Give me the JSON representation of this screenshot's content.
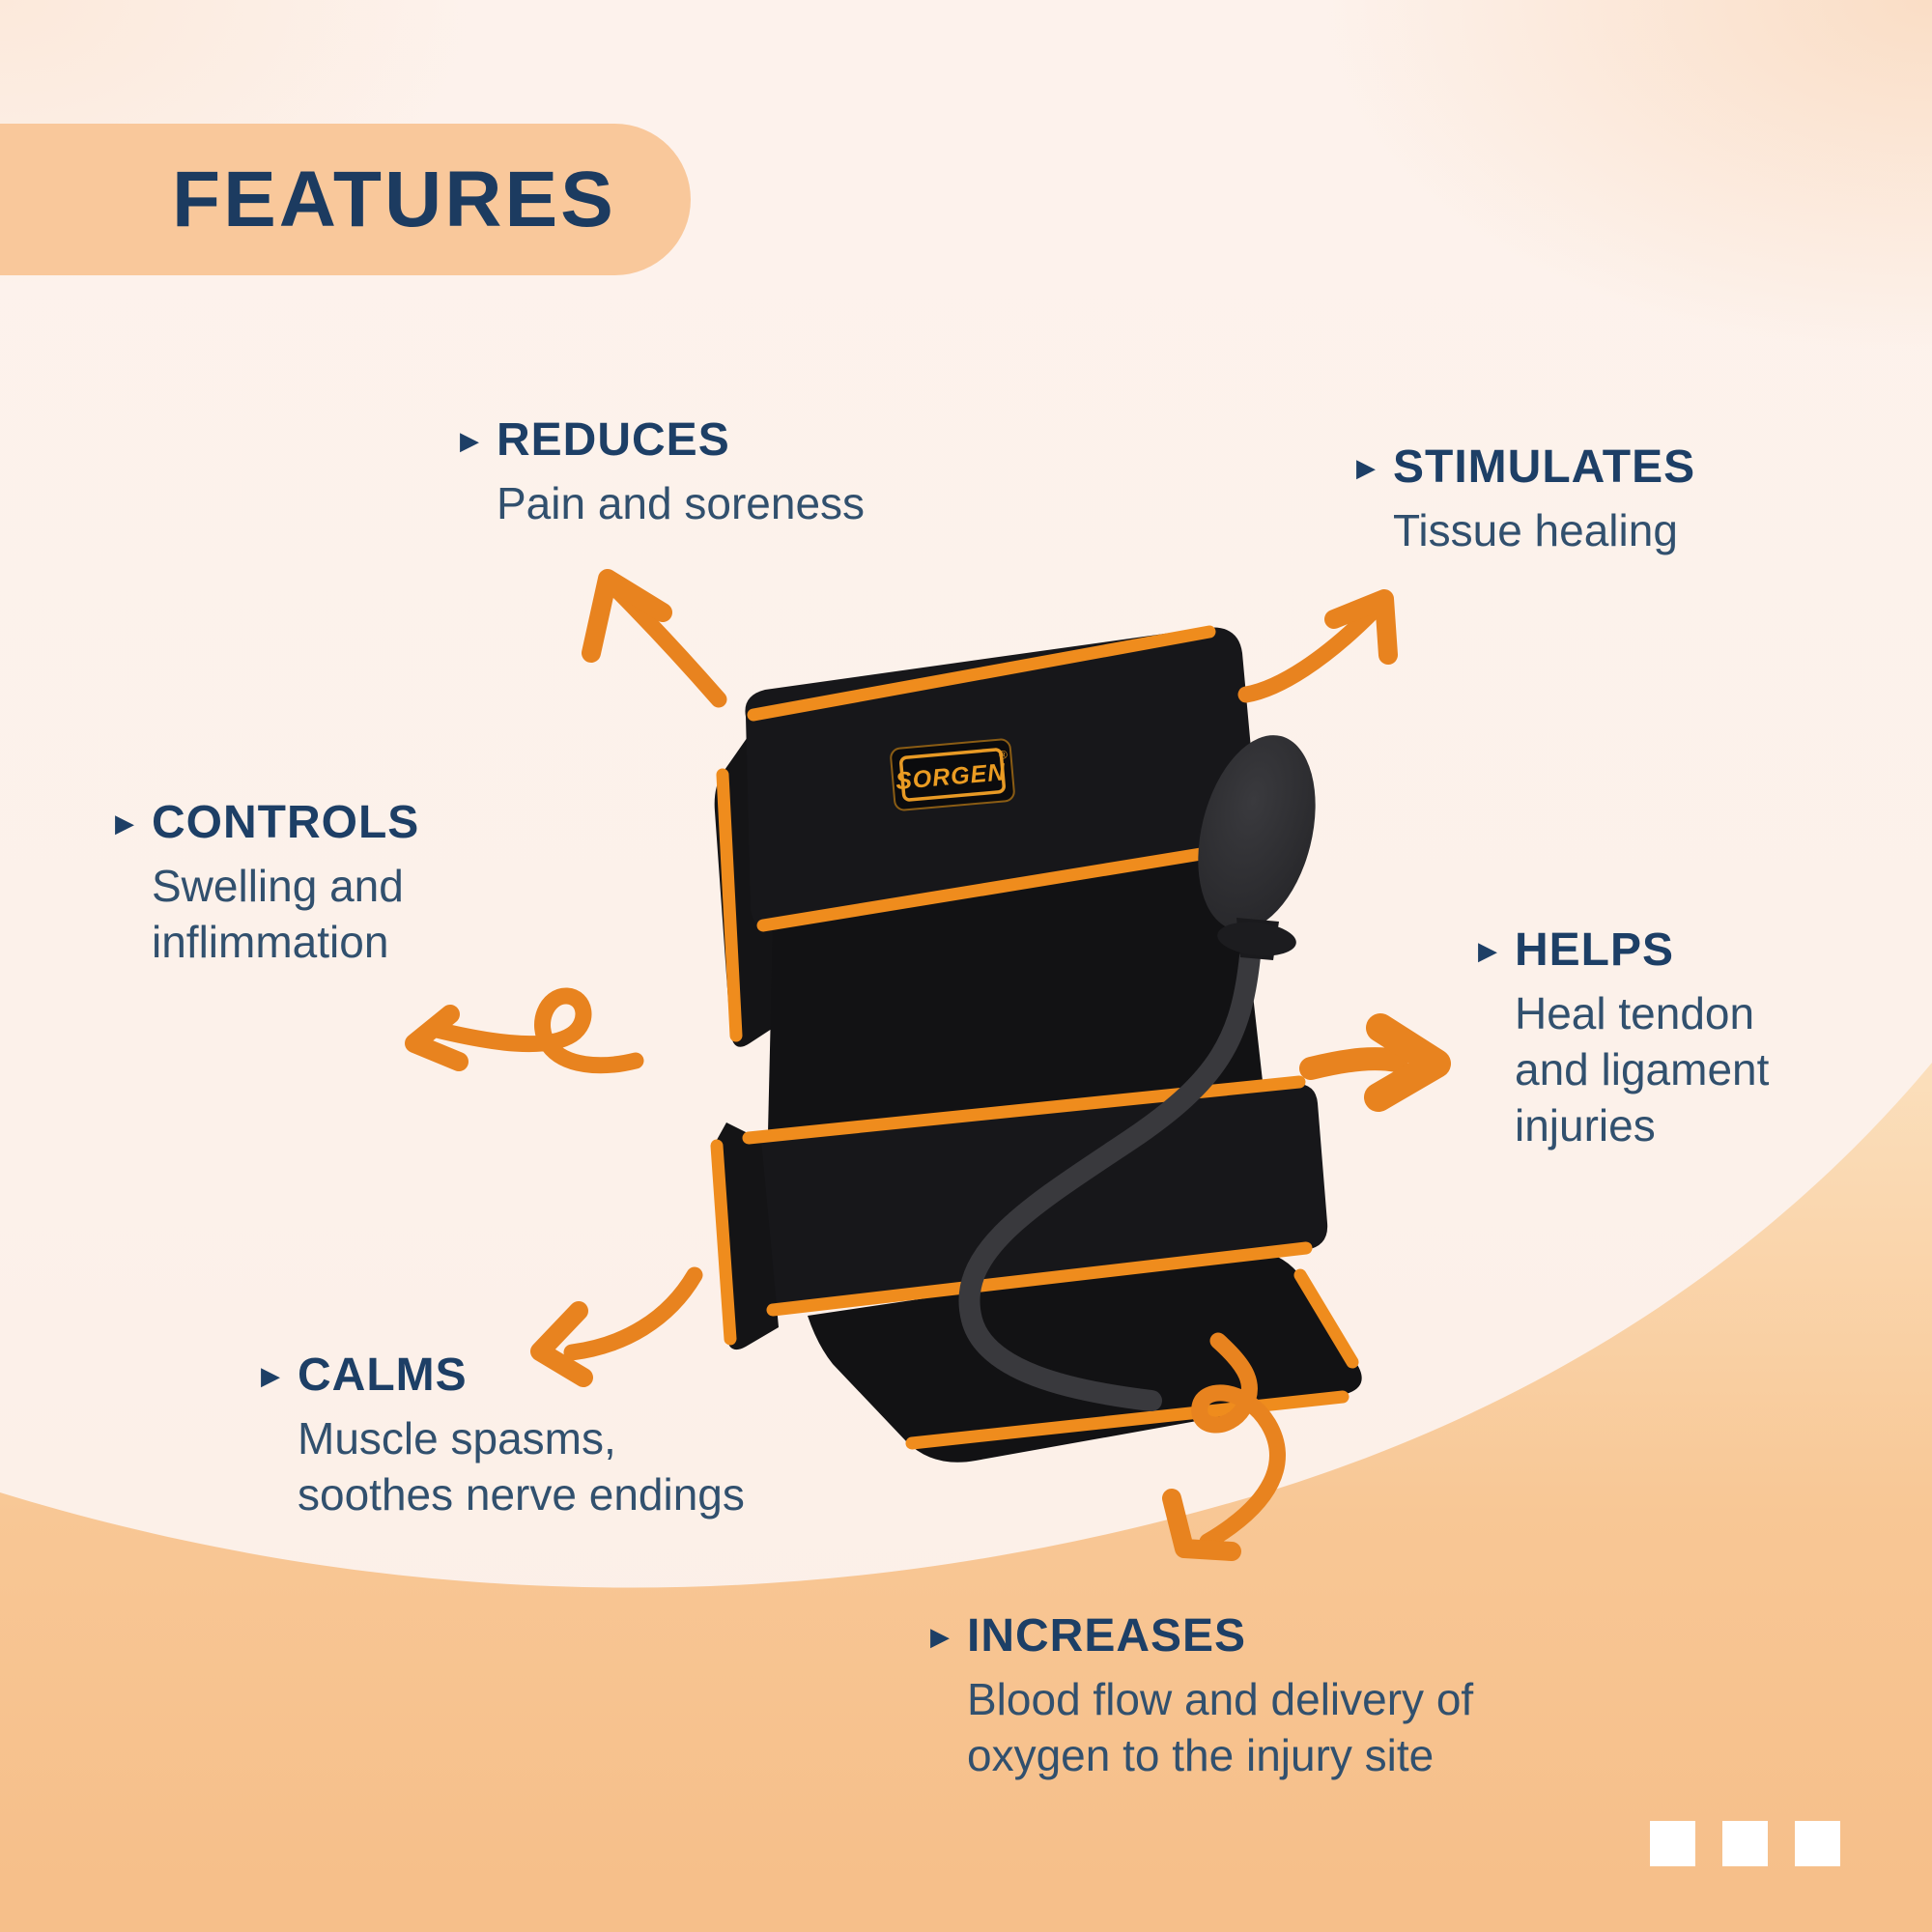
{
  "header": {
    "badge": "FEATURES"
  },
  "ui": {
    "bullet": "▶",
    "slide_indicator_count": 3
  },
  "product": {
    "brand": "SORGEN",
    "registered": "®"
  },
  "features": [
    {
      "id": "reduces",
      "title": "REDUCES",
      "description": "Pain and soreness"
    },
    {
      "id": "stimulates",
      "title": "STIMULATES",
      "description": "Tissue healing"
    },
    {
      "id": "controls",
      "title": "CONTROLS",
      "description": "Swelling and\ninflimmation"
    },
    {
      "id": "helps",
      "title": "HELPS",
      "description": "Heal tendon\nand ligament\ninjuries"
    },
    {
      "id": "calms",
      "title": "CALMS",
      "description": "Muscle spasms,\nsoothes nerve endings"
    },
    {
      "id": "increases",
      "title": "INCREASES",
      "description": "Blood flow and delivery of\noxygen to the injury site"
    }
  ],
  "colors": {
    "accent_orange": "#e8831f",
    "trim_orange": "#ef8c1d",
    "heading_navy": "#1d3f66",
    "body_navy": "#31506e",
    "badge_peach": "#f9c89b",
    "bottom_peach": "#f7c491",
    "background_top": "#fdf2ec",
    "indicator_white": "#ffffff"
  }
}
